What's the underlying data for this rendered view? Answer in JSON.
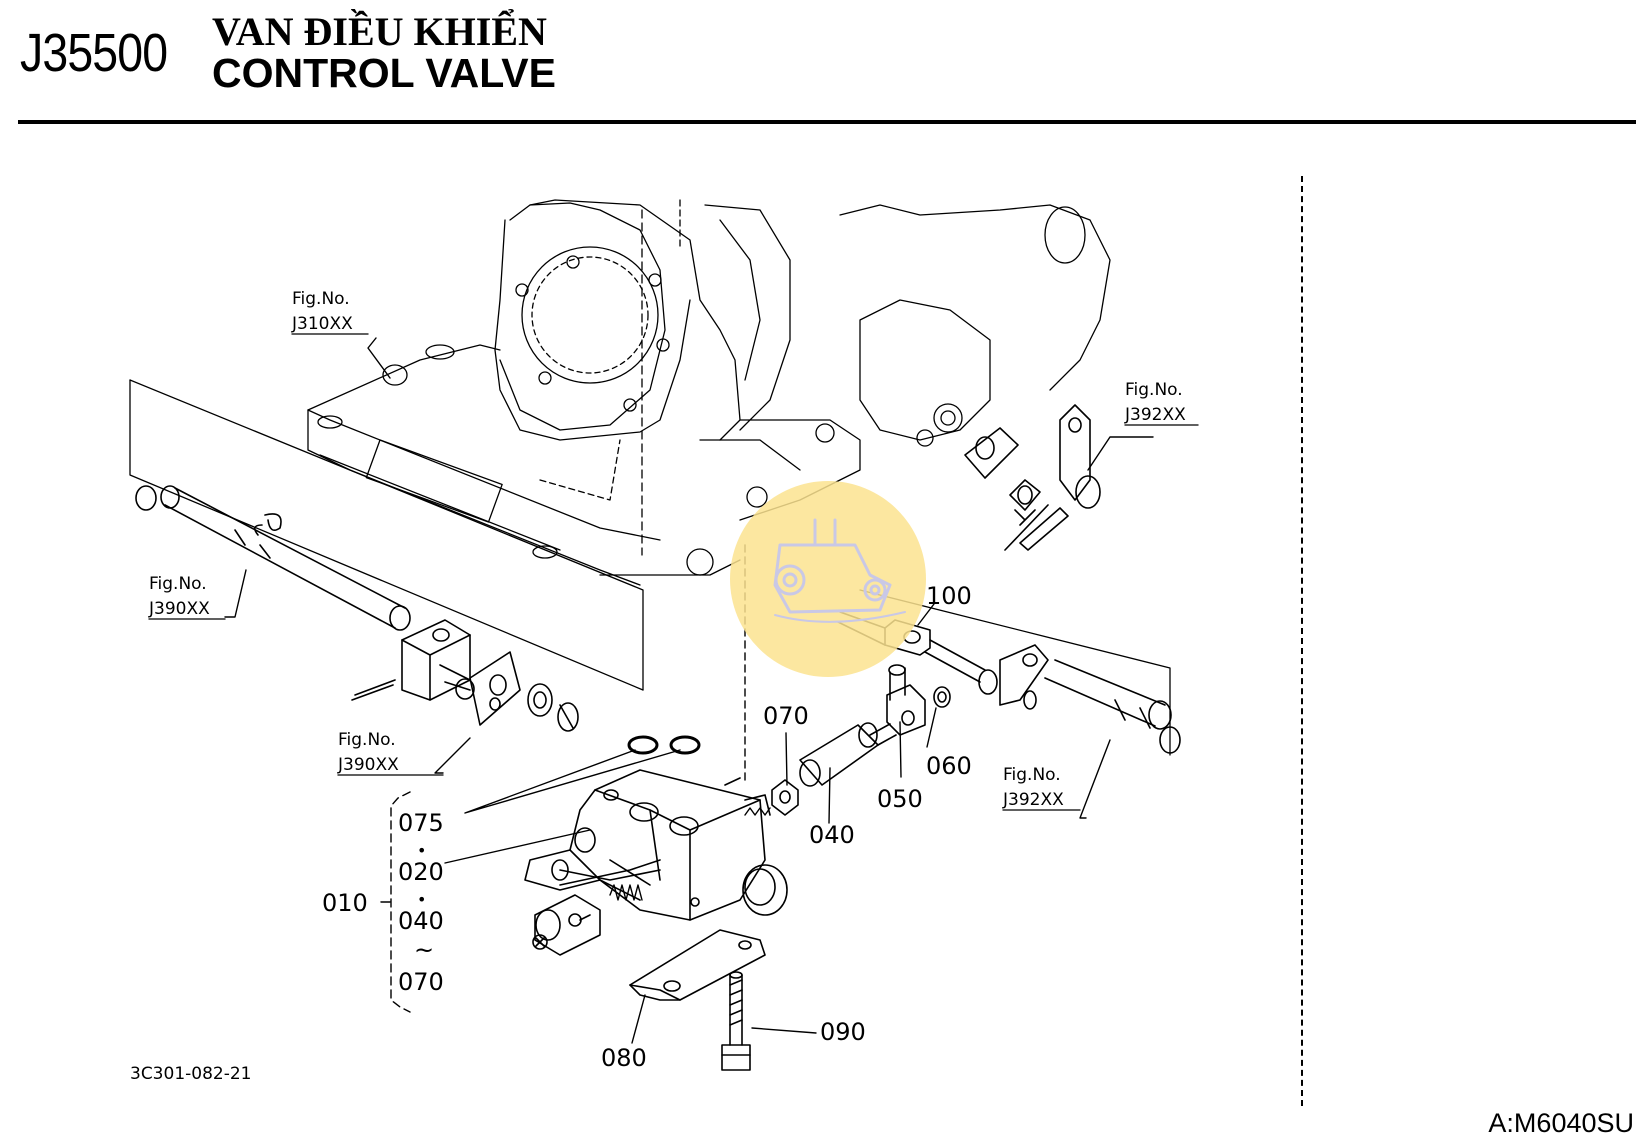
{
  "header": {
    "code": "J35500",
    "title_vi": "VAN ĐIỀU KHIỂN",
    "title_en": "CONTROL VALVE"
  },
  "footer": {
    "drawing_id": "3C301-082-21",
    "model": "A:M6040SU"
  },
  "fig_refs": [
    {
      "label": "Fig.No.",
      "code": "J310XX"
    },
    {
      "label": "Fig.No.",
      "code": "J392XX"
    },
    {
      "label": "Fig.No.",
      "code": "J390XX"
    },
    {
      "label": "Fig.No.",
      "code": "J390XX"
    },
    {
      "label": "Fig.No.",
      "code": "J392XX"
    }
  ],
  "parts": {
    "p100": "100",
    "p070": "070",
    "p060": "060",
    "p050": "050",
    "p040": "040",
    "p080": "080",
    "p090": "090",
    "p010": "010"
  },
  "assembly_list": {
    "a075": "075",
    "dot1": "•",
    "a020": "020",
    "dot2": "•",
    "a040": "040",
    "tilde": "~",
    "a070": "070"
  },
  "colors": {
    "ink": "#000000",
    "watermark": "#fbe38f",
    "watermark_logo": "#c9c8e6"
  }
}
